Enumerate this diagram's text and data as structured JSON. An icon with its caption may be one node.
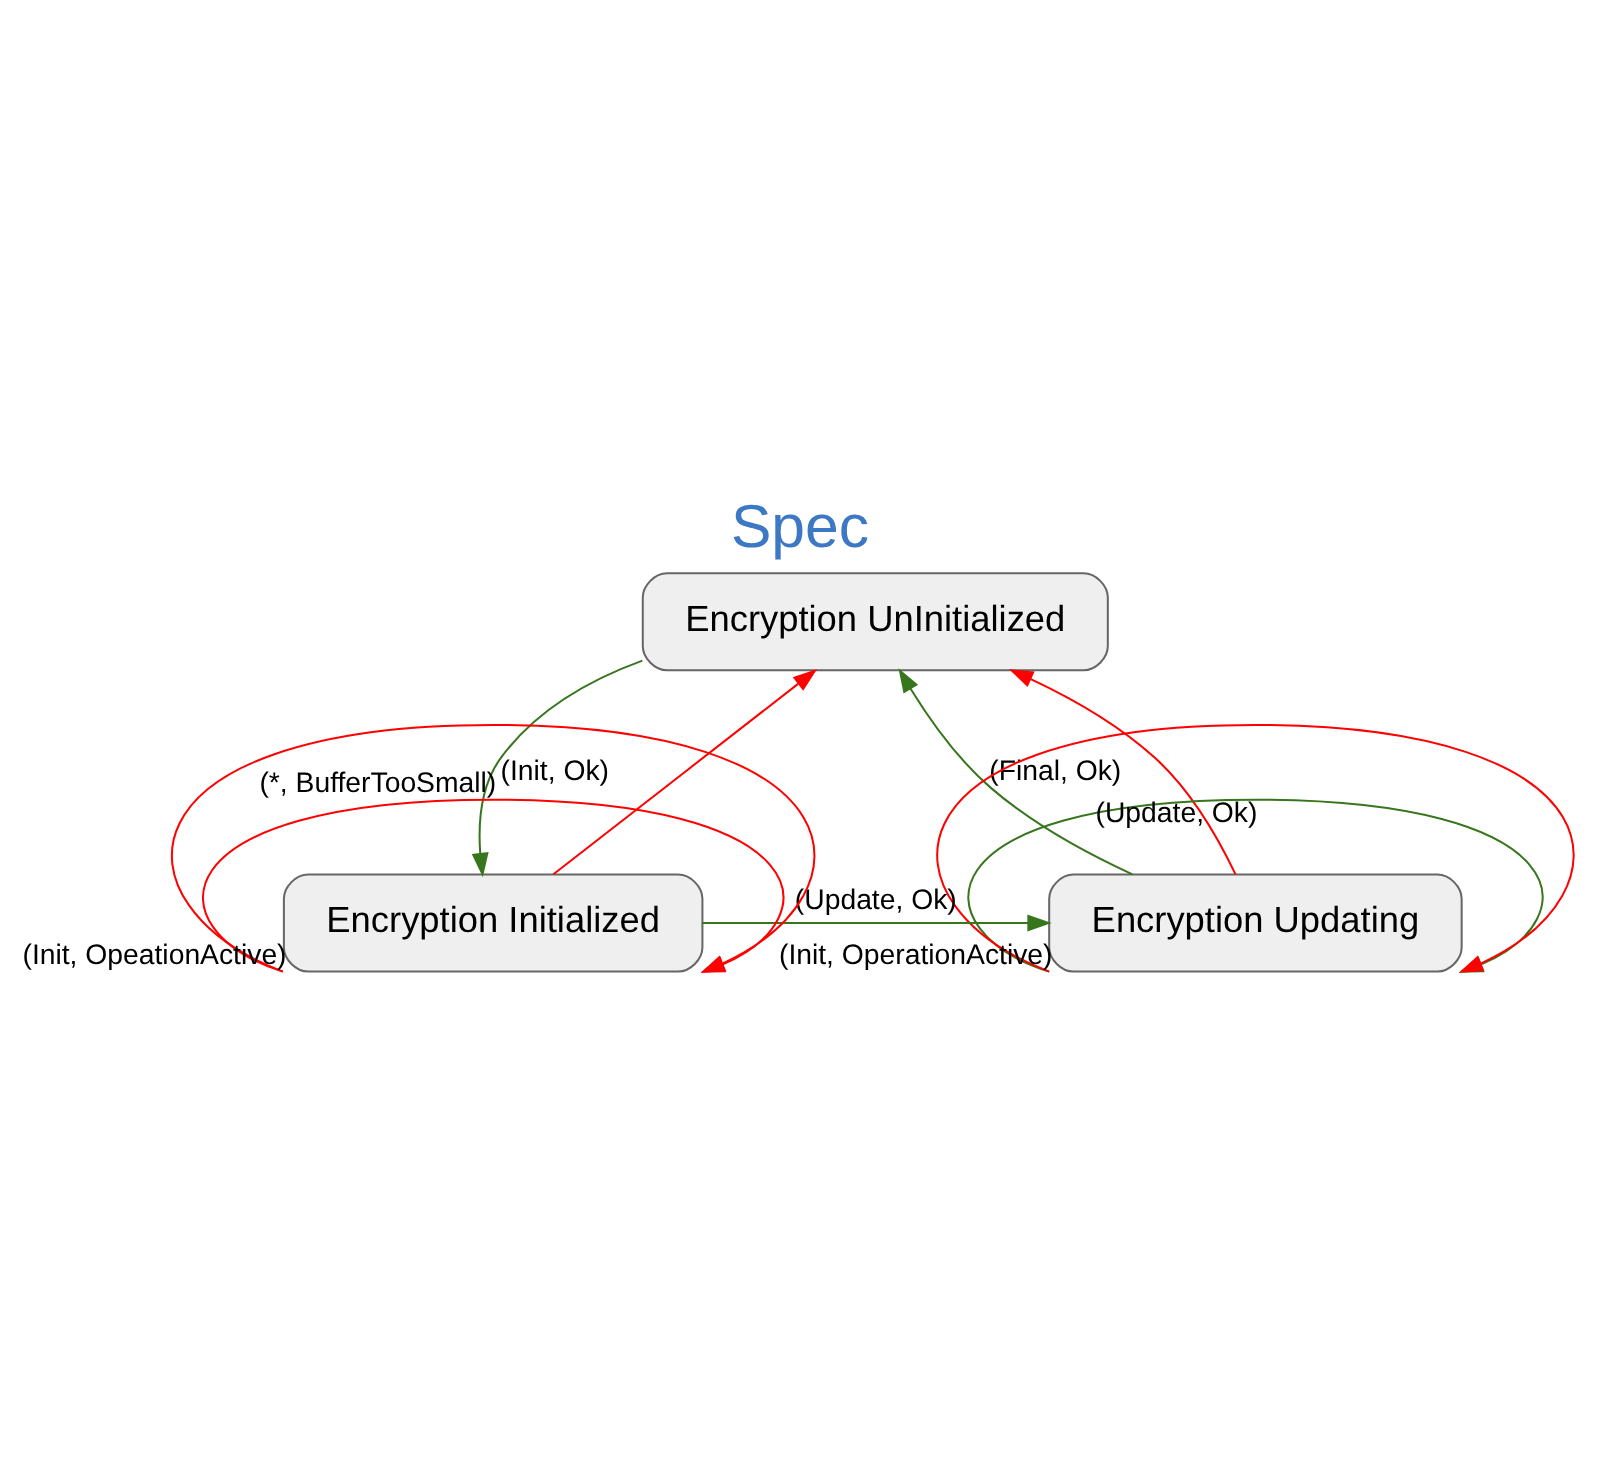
{
  "diagram": {
    "title": "Spec",
    "nodes": [
      {
        "text": [
          "Encryption UnInitialized"
        ]
      },
      {
        "text": [
          "Encryption Updating"
        ]
      },
      {
        "text": [
          "Encryption Initialized"
        ]
      }
    ],
    "edges": [
      {
        "from": 0,
        "to": 2,
        "arrow": "to",
        "label": "(Init, Ok)",
        "color": "#38761d"
      },
      {
        "from": 2,
        "to": 0,
        "arrow": "to",
        "color": "#ff0000"
      },
      {
        "from": 2,
        "to": 1,
        "arrow": "to",
        "label": "(Update, Ok)",
        "color": "#38761d"
      },
      {
        "from": 1,
        "to": 0,
        "arrow": "to",
        "label": "(Final, Ok)",
        "color": "#38761d"
      },
      {
        "from": 1,
        "to": 0,
        "arrow": "to",
        "color": "#ff0000"
      },
      {
        "from": 1,
        "to": 1,
        "arrow": "to",
        "label": "(Update, Ok)",
        "color": "#38761d"
      },
      {
        "from": 1,
        "to": 1,
        "arrow": "to",
        "label": "(Init, OperationActive)",
        "color": "#ff0000"
      },
      {
        "from": 2,
        "to": 2,
        "arrow": "to",
        "label": "(*, BufferTooSmall)",
        "color": "#ff0000"
      },
      {
        "from": 2,
        "to": 2,
        "arrow": "to",
        "label": "(Init, OpeationActive)",
        "color": "#ff0000"
      }
    ]
  }
}
